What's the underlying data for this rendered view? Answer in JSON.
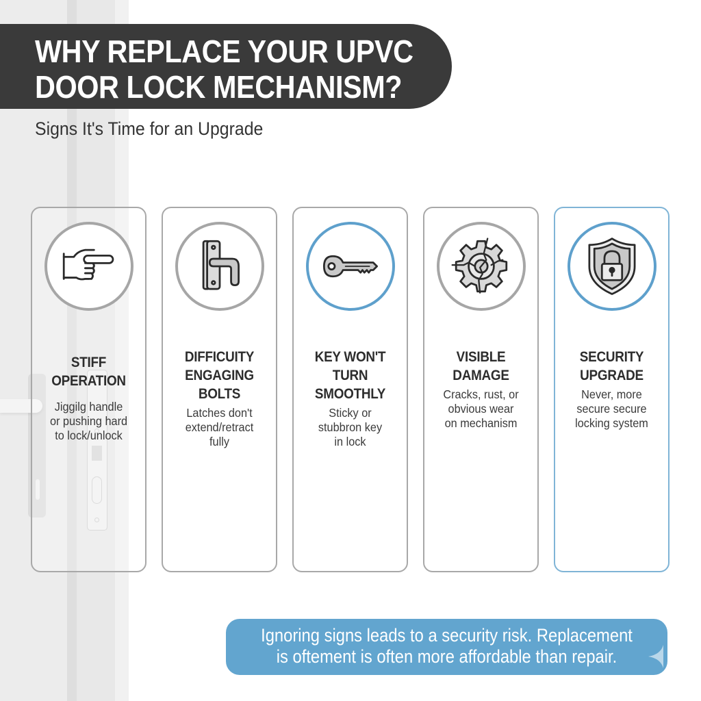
{
  "header": {
    "title_lines": [
      "WHY REPLACE YOUR UPVC",
      "DOOR LOCK MECHANISM?"
    ],
    "subtitle": "Signs It's Time for an Upgrade"
  },
  "colors": {
    "banner_bg": "#3a3a3a",
    "card_border": "#a8a8a8",
    "accent_blue": "#5ea0cc",
    "callout_bg": "#62a5cf",
    "text_dark": "#2d2d2d"
  },
  "cards": [
    {
      "icon": "pointing-hand-icon",
      "title": "STIFF OPERATION",
      "description": "Jiggilg handle\nor pushing hard\nto lock/unlock",
      "circle_color": "gray"
    },
    {
      "icon": "door-handle-icon",
      "title": "DIFFICUITY\nENGAGING\nBOLTS",
      "description": "Latches don't\nextend/retract\nfully",
      "circle_color": "gray"
    },
    {
      "icon": "key-icon",
      "title": "KEY WON'T\nTURN\nSMOOTHLY",
      "description": "Sticky or\nstubbron key\nin lock",
      "circle_color": "blue"
    },
    {
      "icon": "broken-gear-icon",
      "title": "VISIBLE\nDAMAGE",
      "description": "Cracks, rust, or\nobvious wear\non mechanism",
      "circle_color": "gray"
    },
    {
      "icon": "shield-lock-icon",
      "title": "SECURITY\nUPGRADE",
      "description": "Never, more\nsecure secure\nlocking system",
      "circle_color": "blue"
    }
  ],
  "callout": {
    "lines": [
      "Ignoring signs leads to a security risk. Replacement",
      "is oftement is often more affordable than repair."
    ],
    "icon": "sparkle-icon"
  }
}
